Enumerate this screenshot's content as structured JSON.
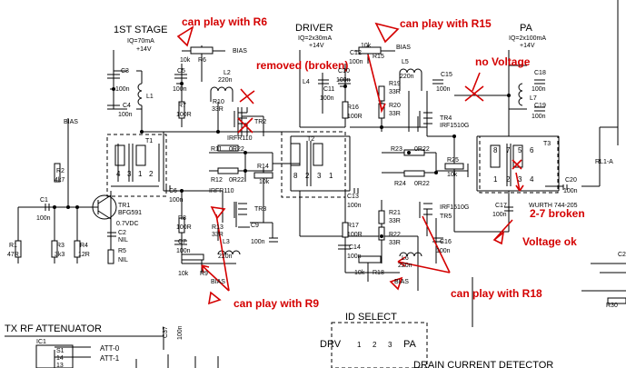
{
  "headings": {
    "stage1": "1ST STAGE",
    "driver": "DRIVER",
    "pa": "PA",
    "iq_stage1_a": "IQ=70mA",
    "iq_stage1_b": "+14V",
    "iq_driver_a": "IQ=2x30mA",
    "iq_driver_b": "+14V",
    "iq_pa_a": "IQ=2x100mA",
    "iq_pa_b": "+14V"
  },
  "annotations": {
    "r6": "can play with R6",
    "removed": "removed (broken)",
    "r15": "can play with R15",
    "no_voltage": "no Voltage",
    "broken": "2-7 broken",
    "voltage_ok": "Voltage ok",
    "r18": "can play with R18",
    "r9": "can play with R9"
  },
  "components": {
    "r6": "R6",
    "r6v": "10k",
    "bias1": "BIAS",
    "c3": "C3",
    "c3v": "100n",
    "c4": "C4",
    "c4v": "100n",
    "l1": "L1",
    "c5": "C5",
    "c5v": "100n",
    "r7": "R7",
    "r7v": "100R",
    "l2": "L2",
    "l2v": "220n",
    "r10": "R10",
    "r10v": "33R",
    "tr2": "TR2",
    "irfr": "IRFR110",
    "bias2": "BIAS",
    "r2": "R2",
    "r2v": "4k7",
    "t1": "T1",
    "r11": "R11",
    "r11v": "0R22",
    "r12": "R12",
    "r12v": "0R22",
    "r14": "R14",
    "r14v": "10k",
    "c1": "C1",
    "c1v": "100n",
    "tr1": "TR1",
    "bfg": "BFG591",
    "r1": "R1",
    "r1v": "47R",
    "r3": "R3",
    "r3v": "3k3",
    "r4": "R4",
    "r4v": "12R",
    "v07": "0.7VDC",
    "c2": "C2",
    "nil1": "NIL",
    "r5": "R5",
    "nil2": "NIL",
    "c6": "C6",
    "c6v": "100n",
    "irfr2": "IRFR110",
    "tr3": "TR3",
    "r8": "R8",
    "r8v": "100R",
    "c7": "C7",
    "c7v": "100n",
    "r13": "R13",
    "r13v": "33R",
    "c9": "C9",
    "c9v": "100n",
    "l3": "L3",
    "l3v": "220n",
    "r9": "R9",
    "r9v": "10k",
    "bias3": "BIAS",
    "l4": "L4",
    "c11": "C11",
    "c11v": "100n",
    "c10": "C10",
    "c10v": "100n",
    "c12": "C12",
    "c12v": "100n",
    "r15": "R15",
    "r15v": "10k",
    "bias4": "BIAS",
    "r16": "R16",
    "r16v": "100R",
    "l5": "L5",
    "l5v": "220n",
    "r19": "R19",
    "r19v": "33R",
    "r20": "R20",
    "r20v": "33R",
    "c15": "C15",
    "c15v": "100n",
    "tr4": "TR4",
    "irf1": "IRF1510G",
    "t2": "T2",
    "r23": "R23",
    "r23v": "0R22",
    "r24": "R24",
    "r24v": "0R22",
    "r25": "R25",
    "r25v": "10k",
    "c13": "C13",
    "c13v": "100n",
    "irf2": "IRF1510G",
    "tr5": "TR5",
    "r17": "R17",
    "r17v": "100R",
    "r21": "R21",
    "r21v": "33R",
    "r22": "R22",
    "r22v": "33R",
    "c16": "C16",
    "c16v": "100n",
    "c14": "C14",
    "c14v": "100n",
    "l6": "L6",
    "l6v": "220n",
    "r18": "R18",
    "r18v": "10k",
    "bias5": "BIAS",
    "c18": "C18",
    "c18v": "100n",
    "l7": "L7",
    "c19": "C19",
    "c19v": "100n",
    "t3": "T3",
    "c17": "C17",
    "c17v": "100n",
    "wurth": "WURTH 744-205",
    "c20": "C20",
    "c20v": "100n",
    "rl1": "RL1-A",
    "c2r": "C2",
    "r30": "R30"
  },
  "bottom": {
    "attenuator": "TX RF ATTENUATOR",
    "ic1": "IC1",
    "att0": "ATT-0",
    "att1": "ATT-1",
    "pin_s1": "S1",
    "pin_14": "14",
    "pin_13": "13",
    "c37": "C37",
    "c37v": "100n",
    "id_select": "ID SELECT",
    "drv": "DRV",
    "pa": "PA",
    "j1": "1",
    "j2": "2",
    "j3": "3",
    "drain": "DRAIN CURRENT DETECTOR"
  }
}
